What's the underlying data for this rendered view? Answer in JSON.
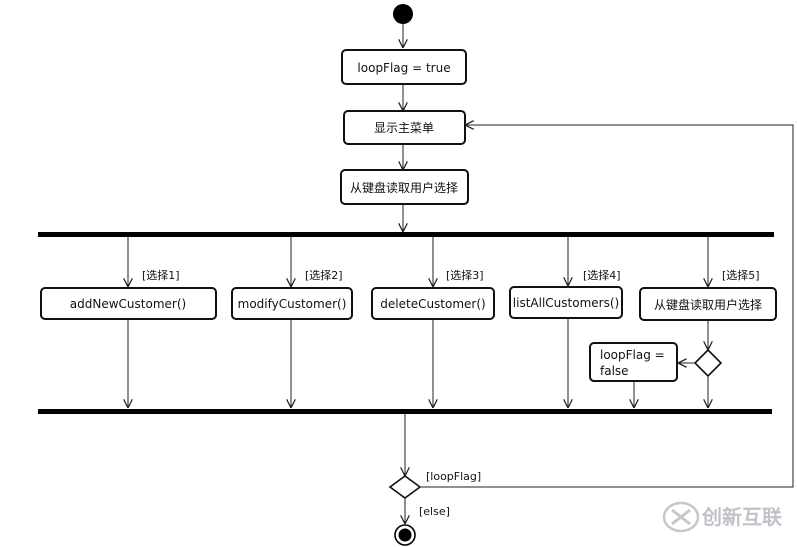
{
  "nodes": {
    "init": "loopFlag = true",
    "show_menu": "显示主菜单",
    "read_input": "从键盘读取用户选择",
    "add": "addNewCustomer()",
    "modify": "modifyCustomer()",
    "delete": "deleteCustomer()",
    "list": "listAllCustomers()",
    "read_choice5": "从键盘读取用户选择",
    "set_false_1": "loopFlag =",
    "set_false_2": "false"
  },
  "guards": {
    "choice1": "[选择1]",
    "choice2": "[选择2]",
    "choice3": "[选择3]",
    "choice4": "[选择4]",
    "choice5": "[选择5]",
    "loop": "[loopFlag]",
    "else": "[else]"
  },
  "watermark": {
    "text": "创新互联",
    "icon": "xinlian-logo-icon"
  },
  "colors": {
    "line": "#222222",
    "bar": "#000000",
    "watermark": "#bfc3c8"
  }
}
